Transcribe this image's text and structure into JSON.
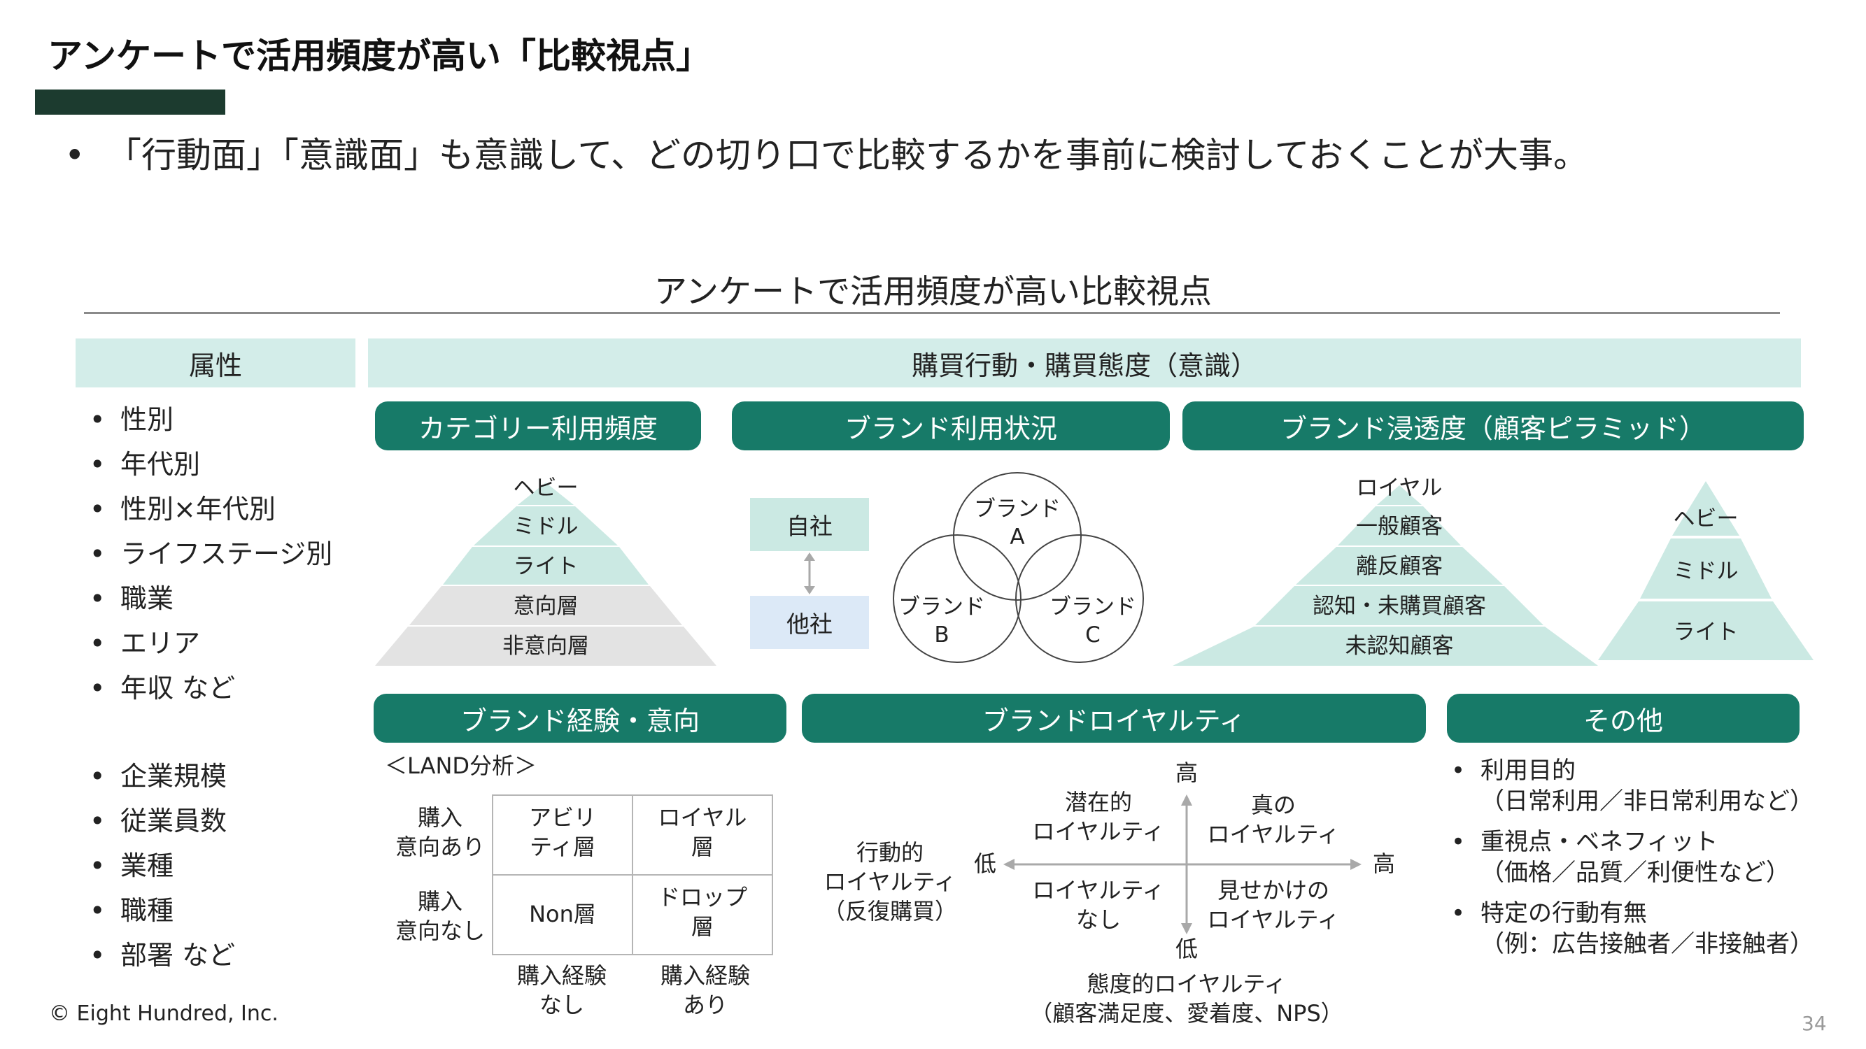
{
  "slide": {
    "title": "アンケートで活用頻度が高い「比較視点」",
    "bullet": "「行動面」「意識面」も意識して、どの切り口で比較するかを事前に検討しておくことが大事。",
    "diagram_title": "アンケートで活用頻度が高い比較視点",
    "footer": "© Eight Hundred, Inc.",
    "page_number": "34"
  },
  "colors": {
    "header_band": "#d3ede9",
    "pill": "#177a68",
    "title_bar": "#1c3b2f",
    "pyramid_teal": "#cbe9e3",
    "pyramid_gray": "#e3e3e3",
    "self_box": "#cbe9e3",
    "other_box": "#dce9f7"
  },
  "attributes": {
    "header": "属性",
    "group1": [
      "性別",
      "年代別",
      "性別×年代別",
      "ライフステージ別",
      "職業",
      "エリア",
      "年収 など"
    ],
    "group2": [
      "企業規模",
      "従業員数",
      "業種",
      "職種",
      "部署 など"
    ]
  },
  "behavior": {
    "header": "購買行動・購買態度（意識）"
  },
  "category_usage": {
    "title": "カテゴリー利用頻度",
    "levels": [
      "ヘビー",
      "ミドル",
      "ライト",
      "意向層",
      "非意向層"
    ]
  },
  "brand_usage": {
    "title": "ブランド利用状況",
    "self": "自社",
    "other": "他社",
    "circles": [
      {
        "line1": "ブランド",
        "line2": "A"
      },
      {
        "line1": "ブランド",
        "line2": "B"
      },
      {
        "line1": "ブランド",
        "line2": "C"
      }
    ]
  },
  "brand_penetration": {
    "title": "ブランド浸透度（顧客ピラミッド）",
    "big": [
      "ロイヤル",
      "一般顧客",
      "離反顧客",
      "認知・未購買顧客",
      "未認知顧客"
    ],
    "small": [
      "ヘビー",
      "ミドル",
      "ライト"
    ]
  },
  "brand_experience": {
    "title": "ブランド経験・意向",
    "caption": "＜LAND分析＞",
    "rows": [
      {
        "line1": "購入",
        "line2": "意向あり"
      },
      {
        "line1": "購入",
        "line2": "意向なし"
      }
    ],
    "cols": [
      {
        "line1": "購入経験",
        "line2": "なし"
      },
      {
        "line1": "購入経験",
        "line2": "あり"
      }
    ],
    "cells": [
      [
        {
          "line1": "アビリ",
          "line2": "ティ層"
        },
        {
          "line1": "ロイヤル",
          "line2": "層"
        }
      ],
      [
        {
          "line1": "Non層",
          "line2": ""
        },
        {
          "line1": "ドロップ",
          "line2": "層"
        }
      ]
    ]
  },
  "loyalty": {
    "title": "ブランドロイヤルティ",
    "axis_top": "高",
    "axis_bottom": "低",
    "axis_left": "低",
    "axis_right": "高",
    "y_label": {
      "line1": "行動的",
      "line2": "ロイヤルティ",
      "line3": "（反復購買）"
    },
    "x_label": {
      "line1": "態度的ロイヤルティ",
      "line2": "（顧客満足度、愛着度、NPS）"
    },
    "quadrants": {
      "top_left": {
        "line1": "潜在的",
        "line2": "ロイヤルティ"
      },
      "top_right": {
        "line1": "真の",
        "line2": "ロイヤルティ"
      },
      "bottom_left": {
        "line1": "ロイヤルティ",
        "line2": "なし"
      },
      "bottom_right": {
        "line1": "見せかけの",
        "line2": "ロイヤルティ"
      }
    }
  },
  "others": {
    "title": "その他",
    "items": [
      {
        "line1": "利用目的",
        "line2": "（日常利用／非日常利用など）"
      },
      {
        "line1": "重視点・ベネフィット",
        "line2": "（価格／品質／利便性など）"
      },
      {
        "line1": "特定の行動有無",
        "line2": "（例：広告接触者／非接触者）"
      }
    ]
  }
}
